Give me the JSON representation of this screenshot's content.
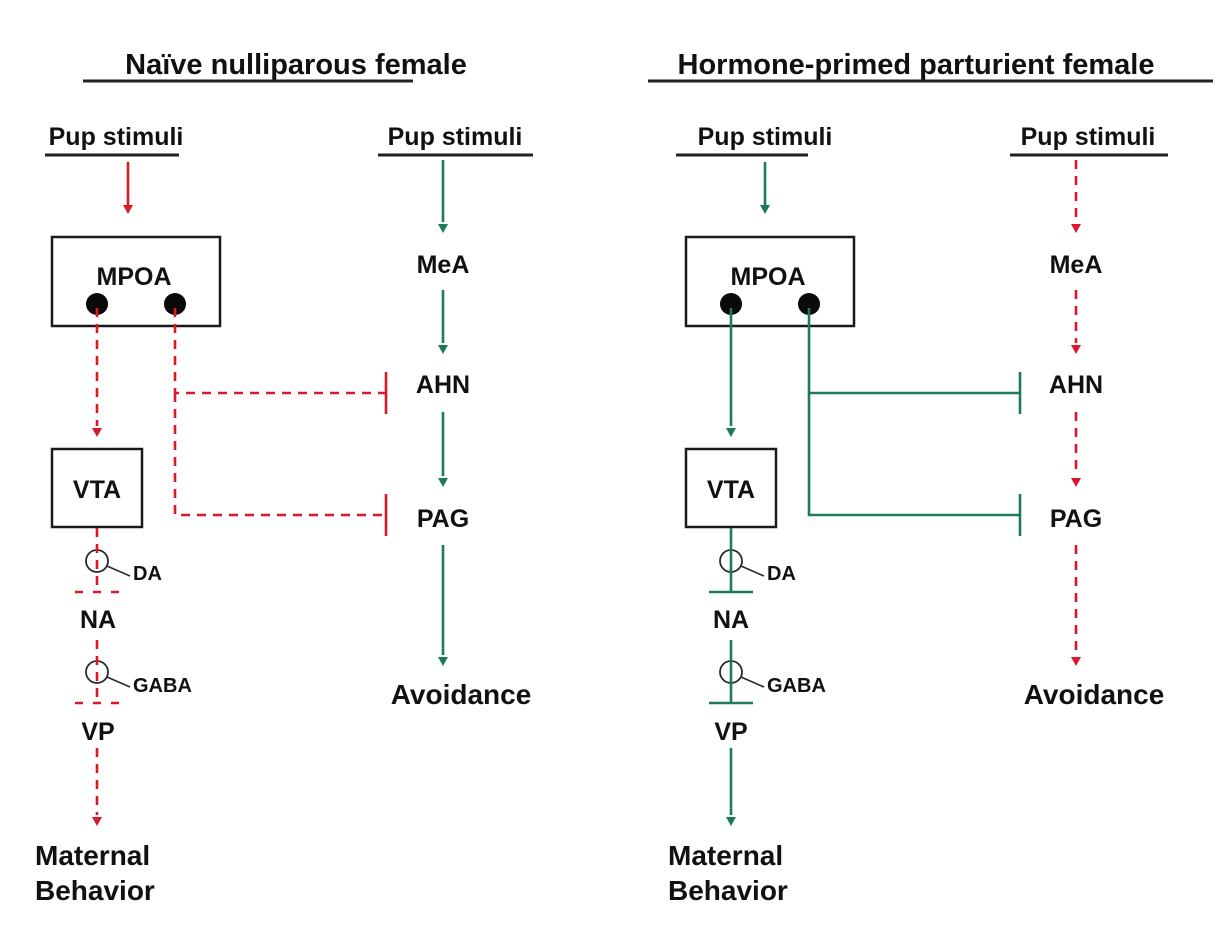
{
  "colors": {
    "active": "#1e7a5e",
    "inactive": "#d9182b",
    "text": "#111111"
  },
  "legend_semantics": {
    "solid_green": "active pathway",
    "dashed_red": "inactive / weak pathway",
    "arrow_head": "excitatory projection",
    "bar_head": "inhibitory projection"
  },
  "panels": [
    {
      "title": "Naïve nulliparous female",
      "left_column": {
        "source": "Pup stimuli",
        "nodes": [
          "MPOA",
          "VTA",
          "NA",
          "VP"
        ],
        "neurotransmitters": [
          "DA",
          "GABA"
        ],
        "output": [
          "Maternal",
          "Behavior"
        ]
      },
      "right_column": {
        "source": "Pup stimuli",
        "nodes": [
          "MeA",
          "AHN",
          "PAG"
        ],
        "output": "Avoidance"
      },
      "edges": [
        {
          "from": "Pup stimuli",
          "to": "MPOA",
          "type": "excite",
          "style": "active-red-solid"
        },
        {
          "from": "MPOA",
          "to": "VTA",
          "type": "excite",
          "style": "inactive"
        },
        {
          "from": "MPOA",
          "to": "AHN",
          "type": "inhibit",
          "style": "inactive"
        },
        {
          "from": "MPOA",
          "to": "PAG",
          "type": "inhibit",
          "style": "inactive"
        },
        {
          "from": "VTA",
          "to": "NA",
          "type": "inhibit",
          "via": "DA",
          "style": "inactive"
        },
        {
          "from": "NA",
          "to": "VP",
          "type": "inhibit",
          "via": "GABA",
          "style": "inactive"
        },
        {
          "from": "VP",
          "to": "Maternal Behavior",
          "type": "excite",
          "style": "inactive"
        },
        {
          "from": "Pup stimuli",
          "to": "MeA",
          "type": "excite",
          "style": "active"
        },
        {
          "from": "MeA",
          "to": "AHN",
          "type": "excite",
          "style": "active"
        },
        {
          "from": "AHN",
          "to": "PAG",
          "type": "excite",
          "style": "active"
        },
        {
          "from": "PAG",
          "to": "Avoidance",
          "type": "excite",
          "style": "active"
        }
      ]
    },
    {
      "title": "Hormone-primed parturient female",
      "left_column": {
        "source": "Pup stimuli",
        "nodes": [
          "MPOA",
          "VTA",
          "NA",
          "VP"
        ],
        "neurotransmitters": [
          "DA",
          "GABA"
        ],
        "output": [
          "Maternal",
          "Behavior"
        ]
      },
      "right_column": {
        "source": "Pup stimuli",
        "nodes": [
          "MeA",
          "AHN",
          "PAG"
        ],
        "output": "Avoidance"
      },
      "edges": [
        {
          "from": "Pup stimuli",
          "to": "MPOA",
          "type": "excite",
          "style": "active"
        },
        {
          "from": "MPOA",
          "to": "VTA",
          "type": "excite",
          "style": "active"
        },
        {
          "from": "MPOA",
          "to": "AHN",
          "type": "inhibit",
          "style": "active"
        },
        {
          "from": "MPOA",
          "to": "PAG",
          "type": "inhibit",
          "style": "active"
        },
        {
          "from": "VTA",
          "to": "NA",
          "type": "inhibit",
          "via": "DA",
          "style": "active"
        },
        {
          "from": "NA",
          "to": "VP",
          "type": "inhibit",
          "via": "GABA",
          "style": "active"
        },
        {
          "from": "VP",
          "to": "Maternal Behavior",
          "type": "excite",
          "style": "active"
        },
        {
          "from": "Pup stimuli",
          "to": "MeA",
          "type": "excite",
          "style": "inactive"
        },
        {
          "from": "MeA",
          "to": "AHN",
          "type": "excite",
          "style": "inactive"
        },
        {
          "from": "AHN",
          "to": "PAG",
          "type": "excite",
          "style": "inactive"
        },
        {
          "from": "PAG",
          "to": "Avoidance",
          "type": "excite",
          "style": "inactive"
        }
      ]
    }
  ]
}
